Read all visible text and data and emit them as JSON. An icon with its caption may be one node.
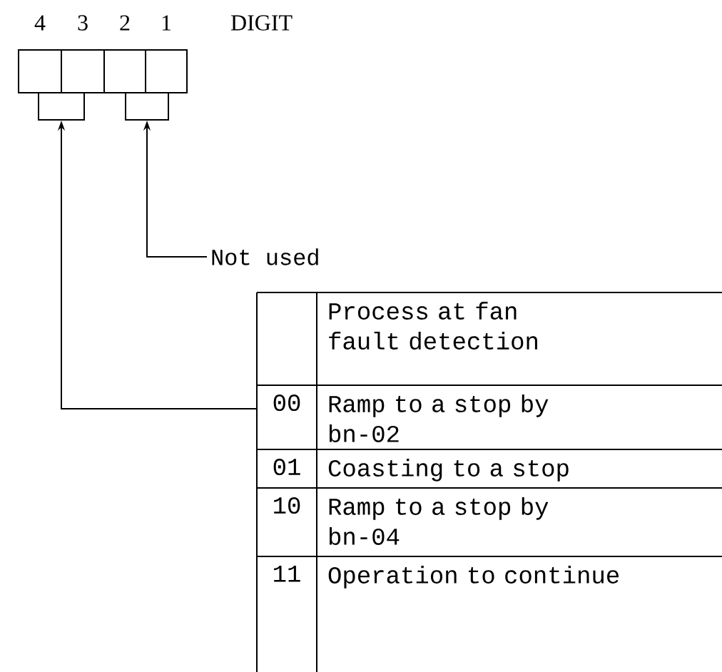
{
  "diagram": {
    "nodes": [
      {
        "text": [
          "4"
        ]
      },
      {
        "text": [
          "3"
        ]
      },
      {
        "text": [
          "2"
        ]
      },
      {
        "text": [
          "1"
        ]
      },
      {
        "text": [],
        "shape": "box"
      },
      {
        "text": [],
        "shape": "box"
      },
      {
        "text": [
          "Not used"
        ]
      },
      {
        "text": [
          "Process at fan fault detection",
          "00",
          "Ramp to a stop by bn-02",
          "01",
          "Coasting to a stop",
          "10",
          "Ramp to a stop by bn-04",
          "11",
          "Operation to continue"
        ]
      }
    ],
    "edges": [
      {
        "from": 6,
        "to": 5,
        "arrow": "to"
      },
      {
        "from": 7,
        "to": 4,
        "arrow": "to"
      }
    ],
    "labels": [
      "DIGIT"
    ]
  }
}
